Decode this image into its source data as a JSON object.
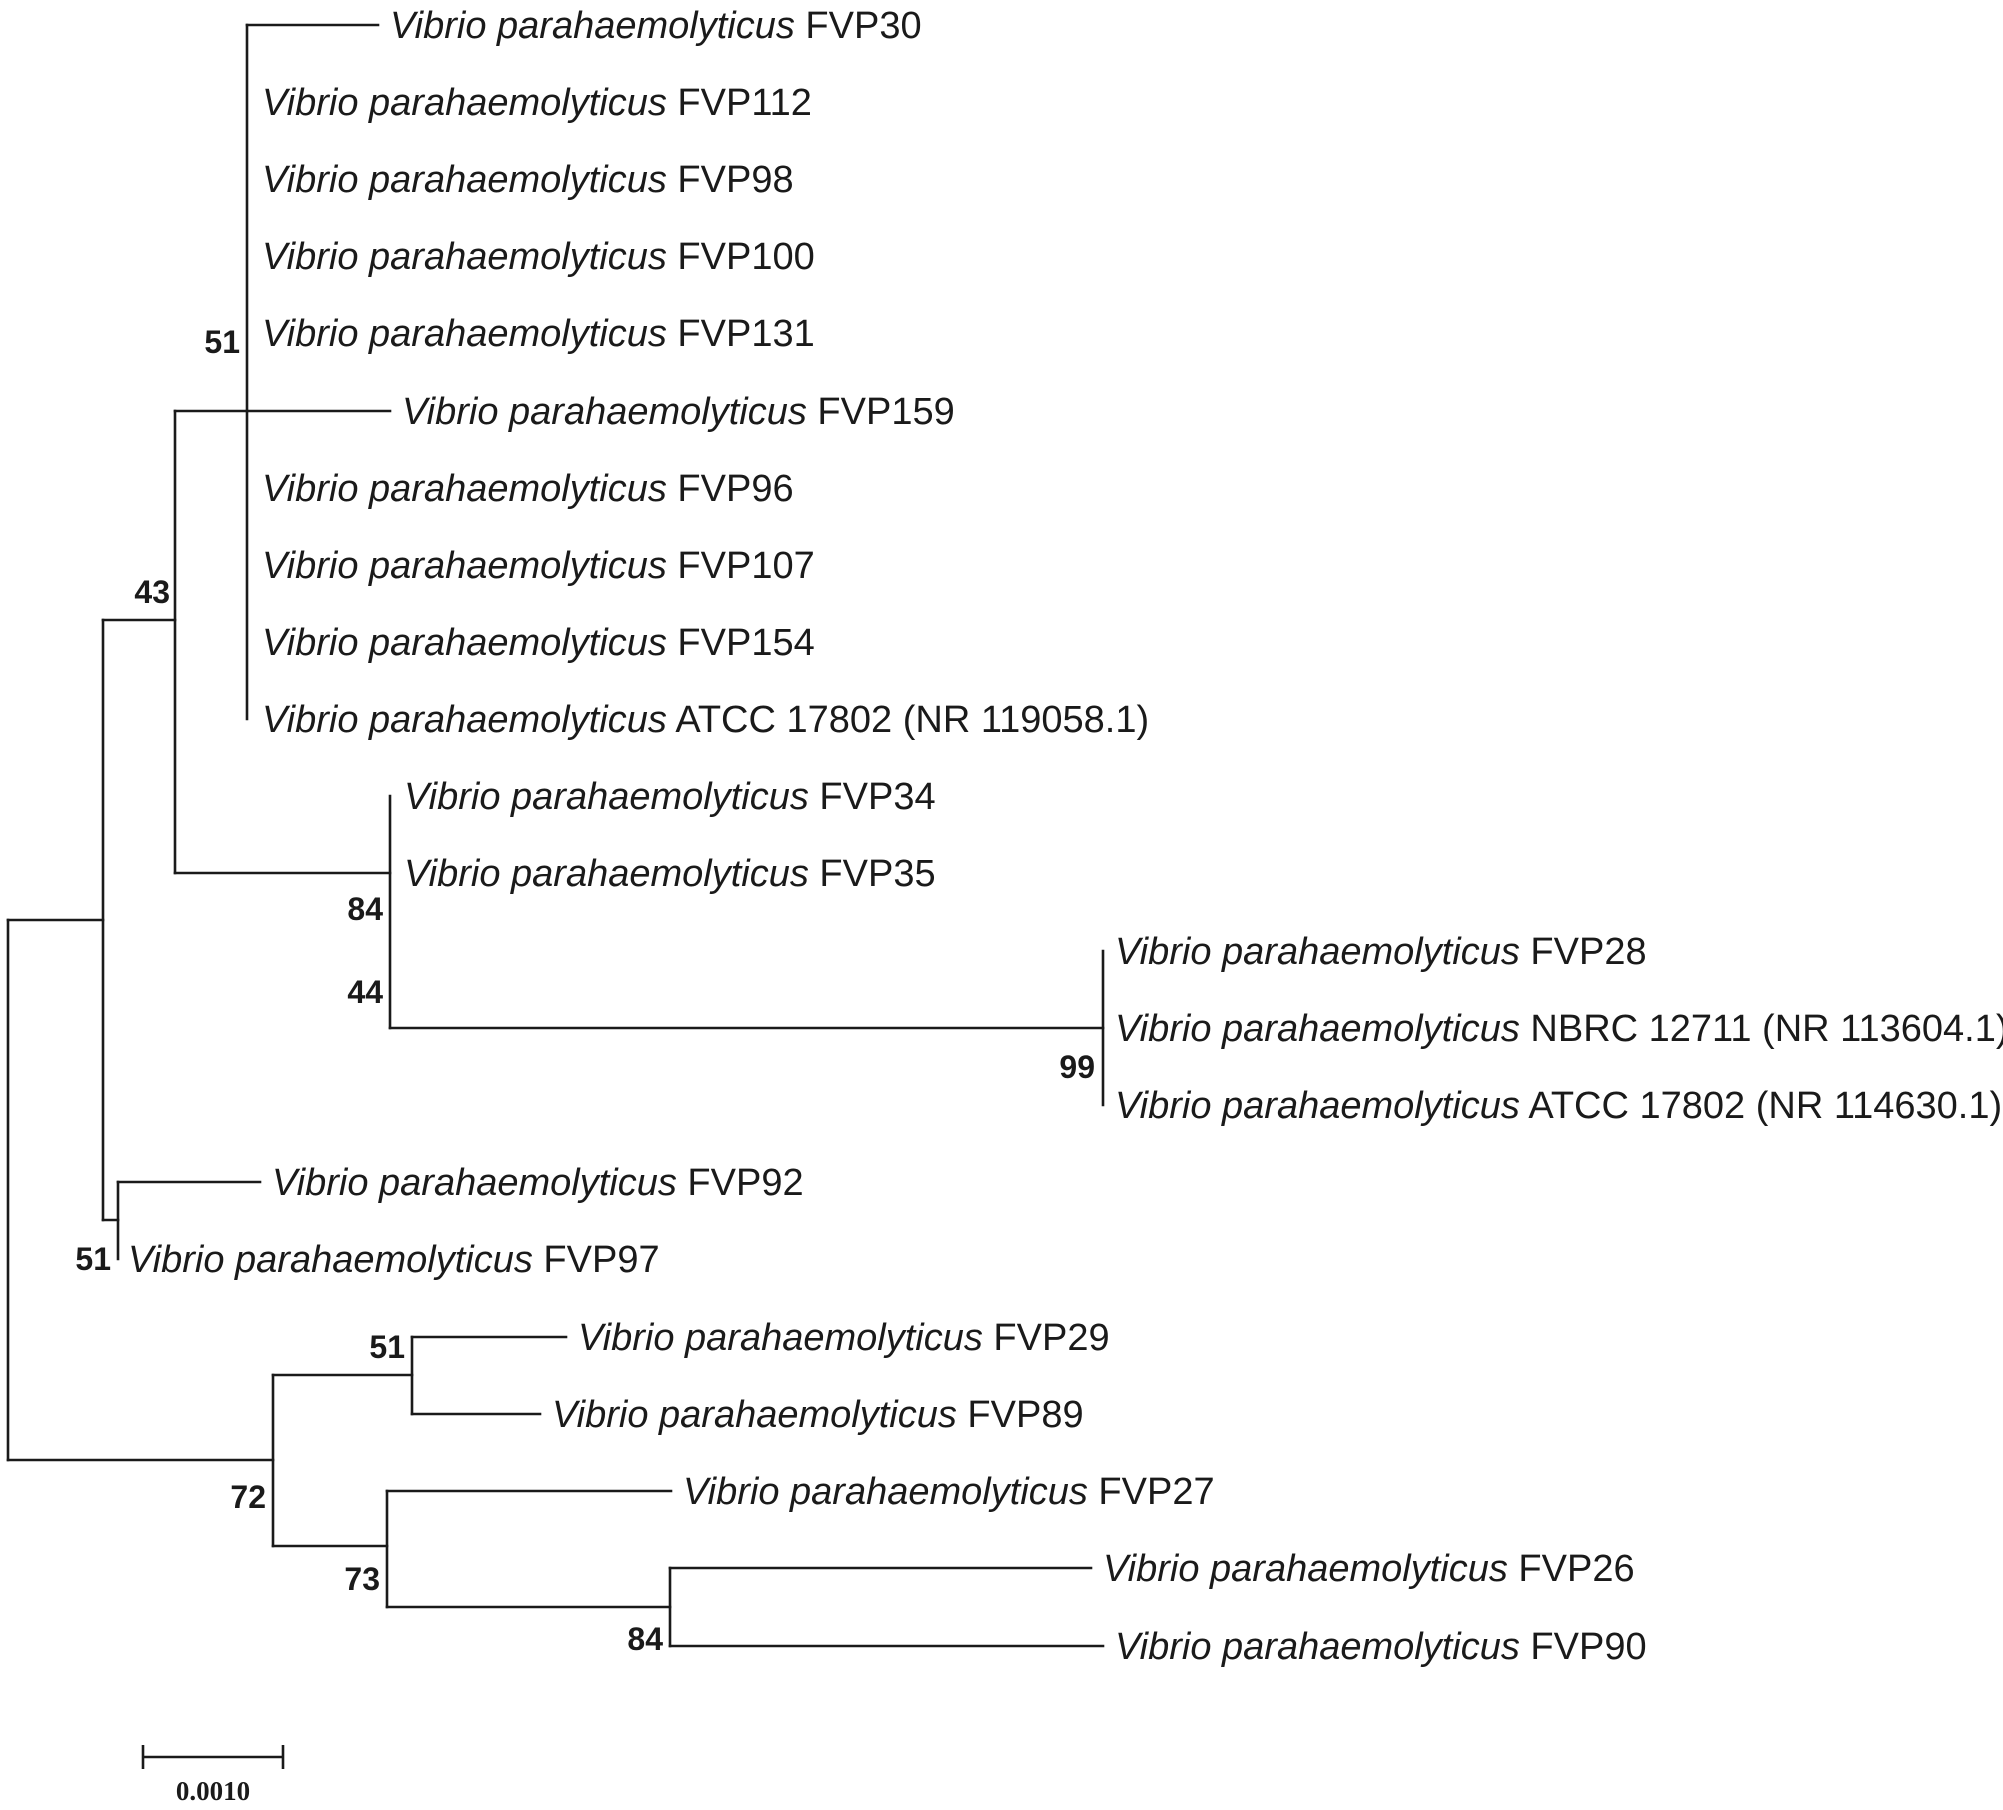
{
  "species": "Vibrio parahaemolyticus",
  "leaves": [
    {
      "id": "l1",
      "strain": "FVP30"
    },
    {
      "id": "l2",
      "strain": "FVP112"
    },
    {
      "id": "l3",
      "strain": "FVP98"
    },
    {
      "id": "l4",
      "strain": "FVP100"
    },
    {
      "id": "l5",
      "strain": "FVP131"
    },
    {
      "id": "l6",
      "strain": "FVP159"
    },
    {
      "id": "l7",
      "strain": "FVP96"
    },
    {
      "id": "l8",
      "strain": "FVP107"
    },
    {
      "id": "l9",
      "strain": "FVP154"
    },
    {
      "id": "l10",
      "strain": "ATCC 17802 (NR 119058.1)"
    },
    {
      "id": "l11",
      "strain": "FVP34"
    },
    {
      "id": "l12",
      "strain": "FVP35"
    },
    {
      "id": "l13",
      "strain": "FVP28"
    },
    {
      "id": "l14",
      "strain": "NBRC 12711 (NR 113604.1)"
    },
    {
      "id": "l15",
      "strain": "ATCC 17802 (NR 114630.1)"
    },
    {
      "id": "l16",
      "strain": "FVP92"
    },
    {
      "id": "l17",
      "strain": "FVP97"
    },
    {
      "id": "l18",
      "strain": "FVP29"
    },
    {
      "id": "l19",
      "strain": "FVP89"
    },
    {
      "id": "l20",
      "strain": "FVP27"
    },
    {
      "id": "l21",
      "strain": "FVP26"
    },
    {
      "id": "l22",
      "strain": "FVP90"
    }
  ],
  "support_values": {
    "n_51a": "51",
    "n_43": "43",
    "n_84a": "84",
    "n_44": "44",
    "n_99": "99",
    "n_51b": "51",
    "n_51c": "51",
    "n_72": "72",
    "n_73": "73",
    "n_84b": "84"
  },
  "scale_bar": {
    "length": 0.001,
    "label": "0.0010"
  }
}
